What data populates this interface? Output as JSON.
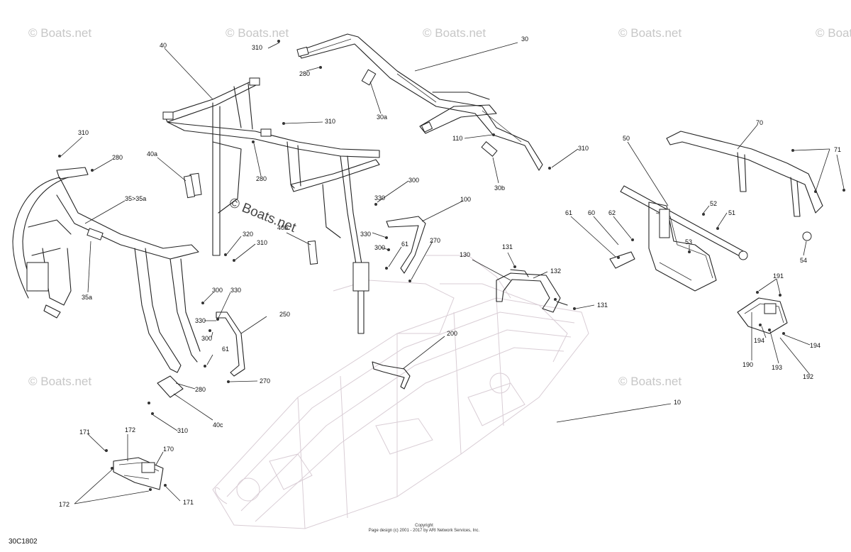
{
  "diagram_code": "30C1802",
  "footer": {
    "line1": "Copyright",
    "line2": "Page design (c) 2001 - 2017 by ARI Network Services, Inc."
  },
  "watermark": "© Boats.net",
  "callouts": [
    {
      "id": "c10",
      "text": "10"
    },
    {
      "id": "c30",
      "text": "30"
    },
    {
      "id": "c30a",
      "text": "30a"
    },
    {
      "id": "c30b",
      "text": "30b"
    },
    {
      "id": "c35",
      "text": "35>35a"
    },
    {
      "id": "c35a",
      "text": "35a"
    },
    {
      "id": "c40",
      "text": "40"
    },
    {
      "id": "c40a",
      "text": "40a"
    },
    {
      "id": "c40b",
      "text": "40b"
    },
    {
      "id": "c40c",
      "text": "40c"
    },
    {
      "id": "c50",
      "text": "50"
    },
    {
      "id": "c51",
      "text": "51"
    },
    {
      "id": "c52",
      "text": "52"
    },
    {
      "id": "c53",
      "text": "53"
    },
    {
      "id": "c54",
      "text": "54"
    },
    {
      "id": "c60",
      "text": "60"
    },
    {
      "id": "c61a",
      "text": "61"
    },
    {
      "id": "c61b",
      "text": "61"
    },
    {
      "id": "c61c",
      "text": "61"
    },
    {
      "id": "c62",
      "text": "62"
    },
    {
      "id": "c70",
      "text": "70"
    },
    {
      "id": "c71",
      "text": "71"
    },
    {
      "id": "c100",
      "text": "100"
    },
    {
      "id": "c110",
      "text": "110"
    },
    {
      "id": "c130",
      "text": "130"
    },
    {
      "id": "c131a",
      "text": "131"
    },
    {
      "id": "c131b",
      "text": "131"
    },
    {
      "id": "c132",
      "text": "132"
    },
    {
      "id": "c170",
      "text": "170"
    },
    {
      "id": "c171a",
      "text": "171"
    },
    {
      "id": "c171b",
      "text": "171"
    },
    {
      "id": "c172a",
      "text": "172"
    },
    {
      "id": "c172b",
      "text": "172"
    },
    {
      "id": "c190",
      "text": "190"
    },
    {
      "id": "c191",
      "text": "191"
    },
    {
      "id": "c192",
      "text": "192"
    },
    {
      "id": "c193",
      "text": "193"
    },
    {
      "id": "c194a",
      "text": "194"
    },
    {
      "id": "c194b",
      "text": "194"
    },
    {
      "id": "c200",
      "text": "200"
    },
    {
      "id": "c250",
      "text": "250"
    },
    {
      "id": "c270a",
      "text": "270"
    },
    {
      "id": "c270b",
      "text": "270"
    },
    {
      "id": "c280a",
      "text": "280"
    },
    {
      "id": "c280b",
      "text": "280"
    },
    {
      "id": "c280c",
      "text": "280"
    },
    {
      "id": "c280d",
      "text": "280"
    },
    {
      "id": "c300a",
      "text": "300"
    },
    {
      "id": "c300b",
      "text": "300"
    },
    {
      "id": "c300c",
      "text": "300"
    },
    {
      "id": "c300d",
      "text": "300"
    },
    {
      "id": "c310a",
      "text": "310"
    },
    {
      "id": "c310b",
      "text": "310"
    },
    {
      "id": "c310c",
      "text": "310"
    },
    {
      "id": "c310d",
      "text": "310"
    },
    {
      "id": "c310e",
      "text": "310"
    },
    {
      "id": "c310f",
      "text": "310"
    },
    {
      "id": "c320",
      "text": "320"
    },
    {
      "id": "c330a",
      "text": "330"
    },
    {
      "id": "c330b",
      "text": "330"
    },
    {
      "id": "c330c",
      "text": "330"
    },
    {
      "id": "c330d",
      "text": "330"
    }
  ]
}
